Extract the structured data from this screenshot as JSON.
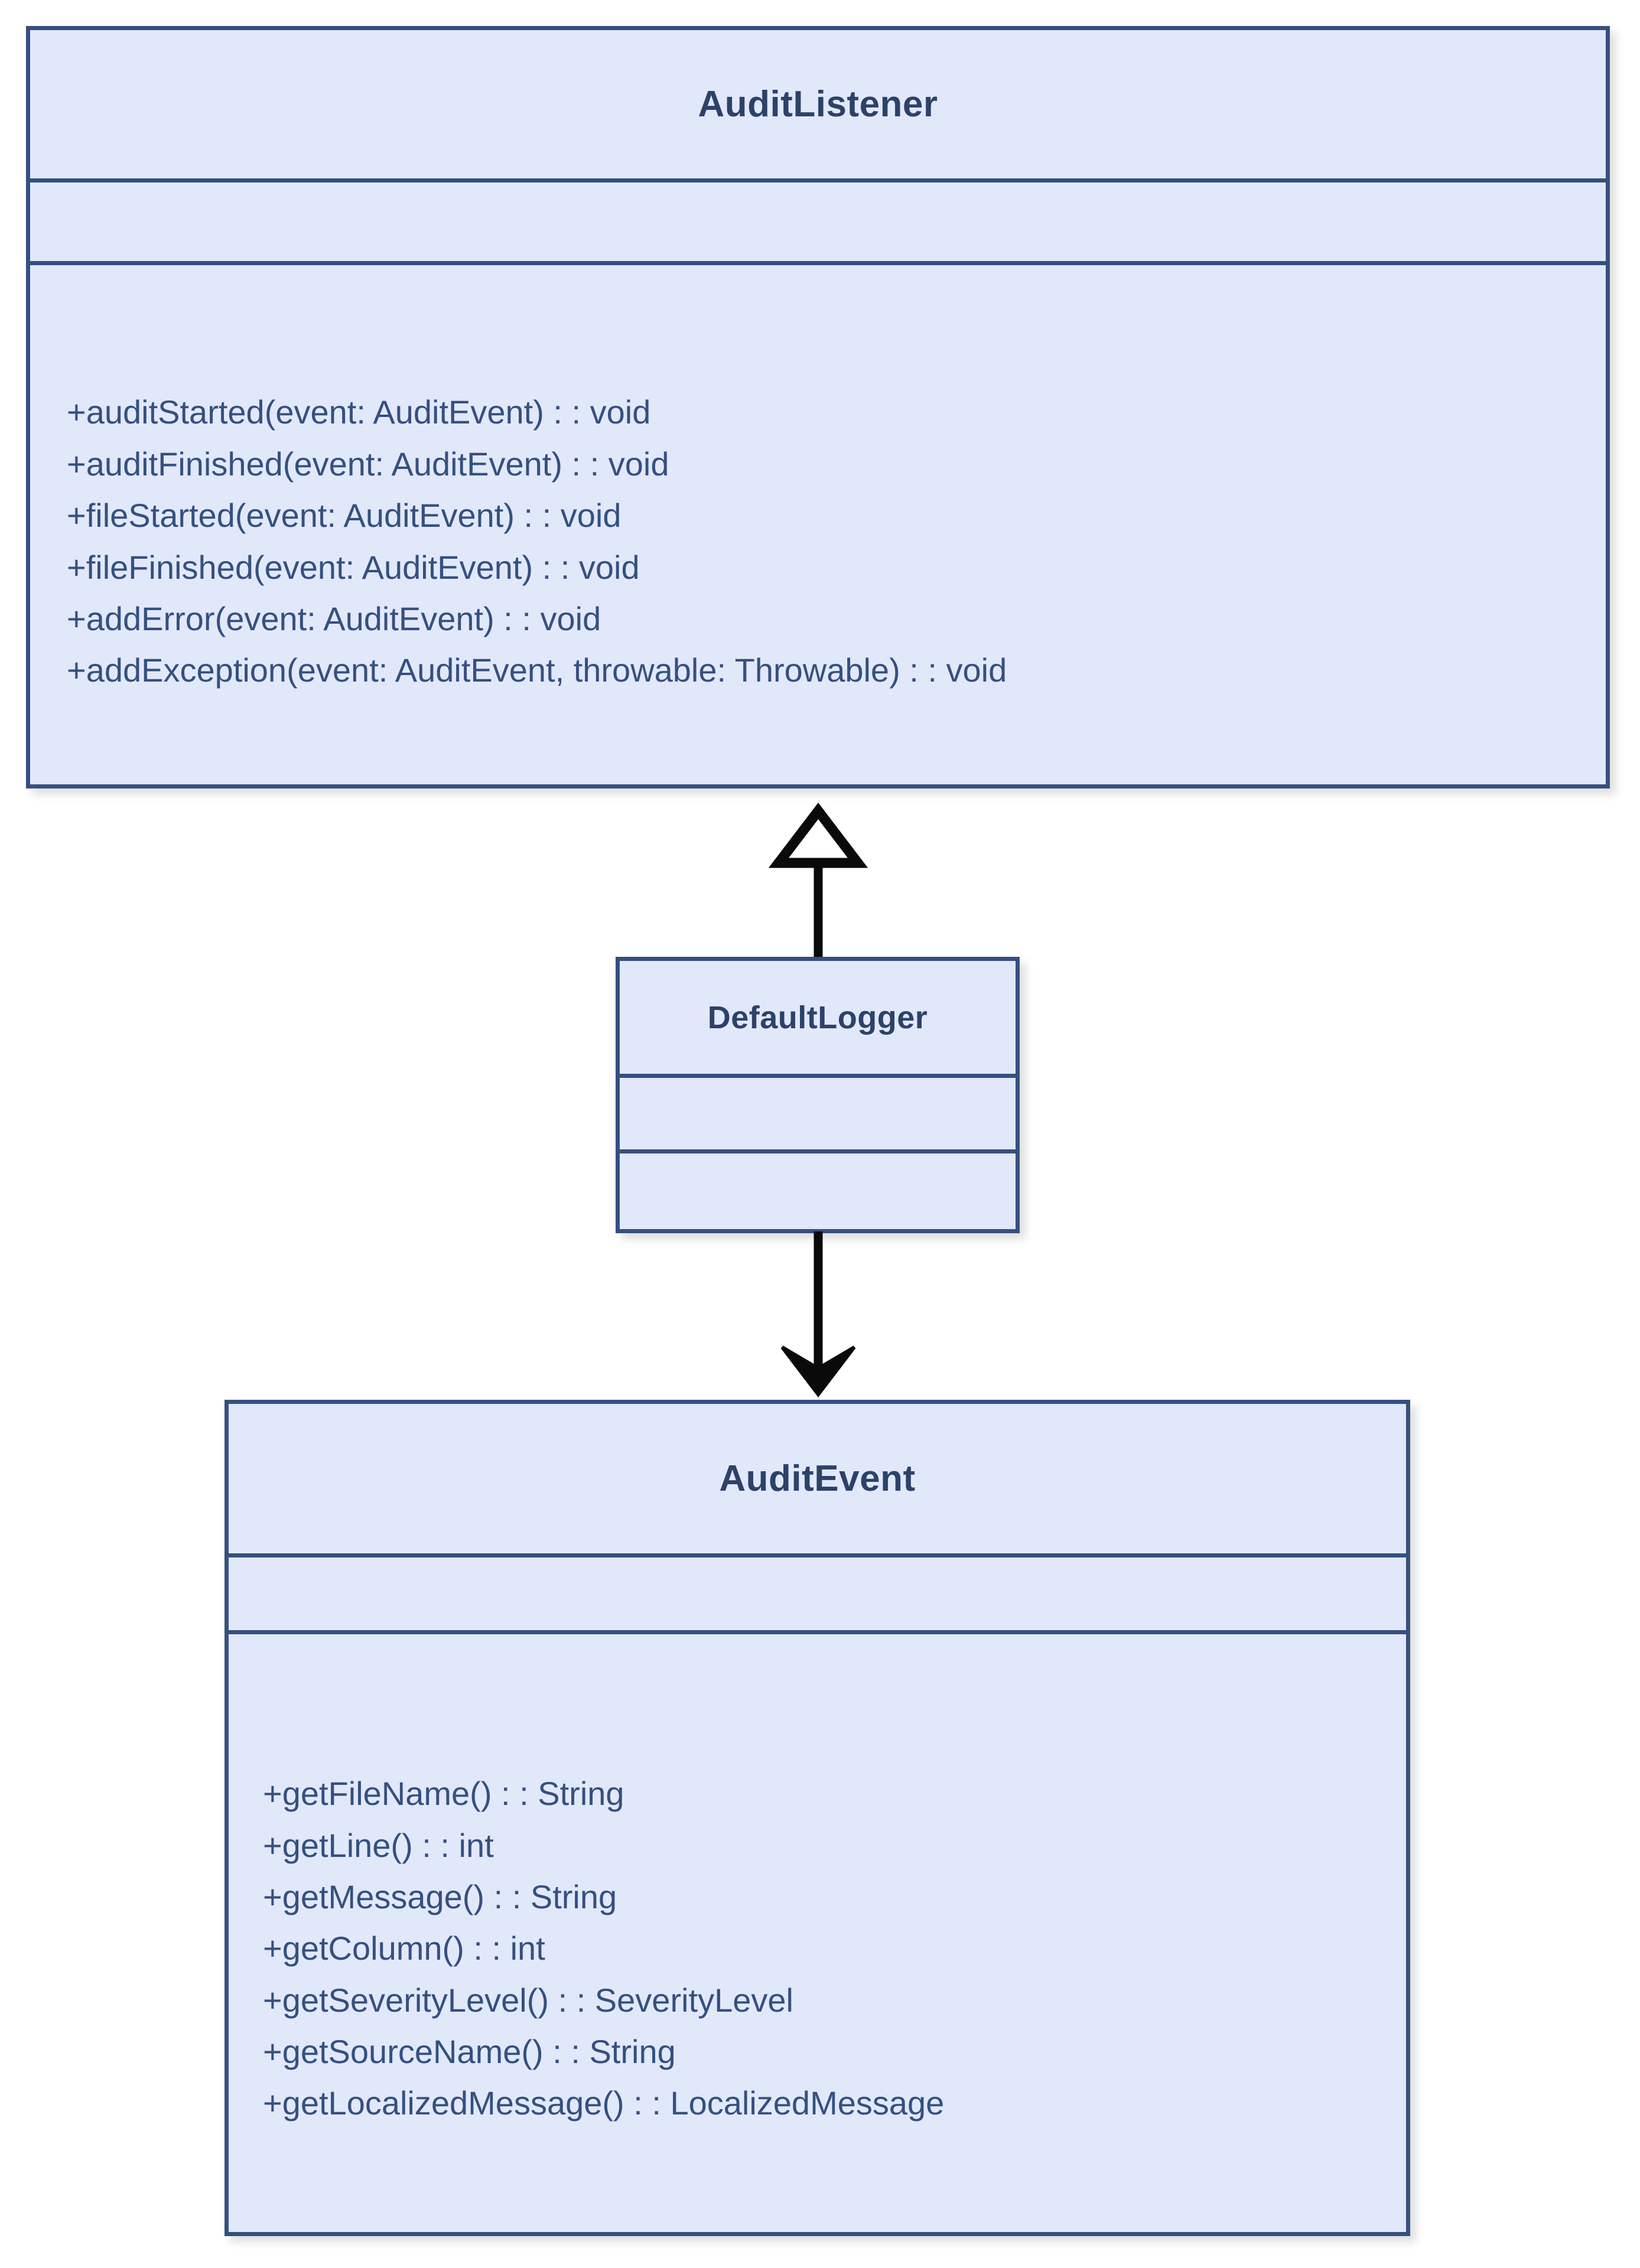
{
  "diagram": {
    "type": "uml-class-diagram",
    "background_color": "#ffffff",
    "box_fill_color": "#e1e8fa",
    "box_border_color": "#35507f",
    "title_text_color": "#2d4269",
    "member_text_color": "#35507f",
    "connector_color": "#0a0a0a"
  },
  "classes": {
    "audit_listener": {
      "name": "AuditListener",
      "attributes": [],
      "operations": [
        "+auditStarted(event: AuditEvent) : : void",
        "+auditFinished(event: AuditEvent) : : void",
        "+fileStarted(event: AuditEvent) : : void",
        "+fileFinished(event: AuditEvent) : : void",
        "+addError(event: AuditEvent) : : void",
        "+addException(event: AuditEvent, throwable: Throwable) : : void"
      ]
    },
    "default_logger": {
      "name": "DefaultLogger",
      "attributes": [],
      "operations": []
    },
    "audit_event": {
      "name": "AuditEvent",
      "attributes": [],
      "operations": [
        "+getFileName() : : String",
        "+getLine() : : int",
        "+getMessage() : : String",
        "+getColumn() : : int",
        "+getSeverityLevel() : : SeverityLevel",
        "+getSourceName() : : String",
        "+getLocalizedMessage() : : LocalizedMessage"
      ]
    }
  },
  "relationships": [
    {
      "id": "generalization",
      "kind": "generalization",
      "arrowhead": "hollow-triangle",
      "from": "DefaultLogger",
      "to": "AuditListener",
      "direction": "up"
    },
    {
      "id": "association",
      "kind": "directed-association",
      "arrowhead": "solid-open-arrow",
      "from": "DefaultLogger",
      "to": "AuditEvent",
      "direction": "down"
    }
  ]
}
